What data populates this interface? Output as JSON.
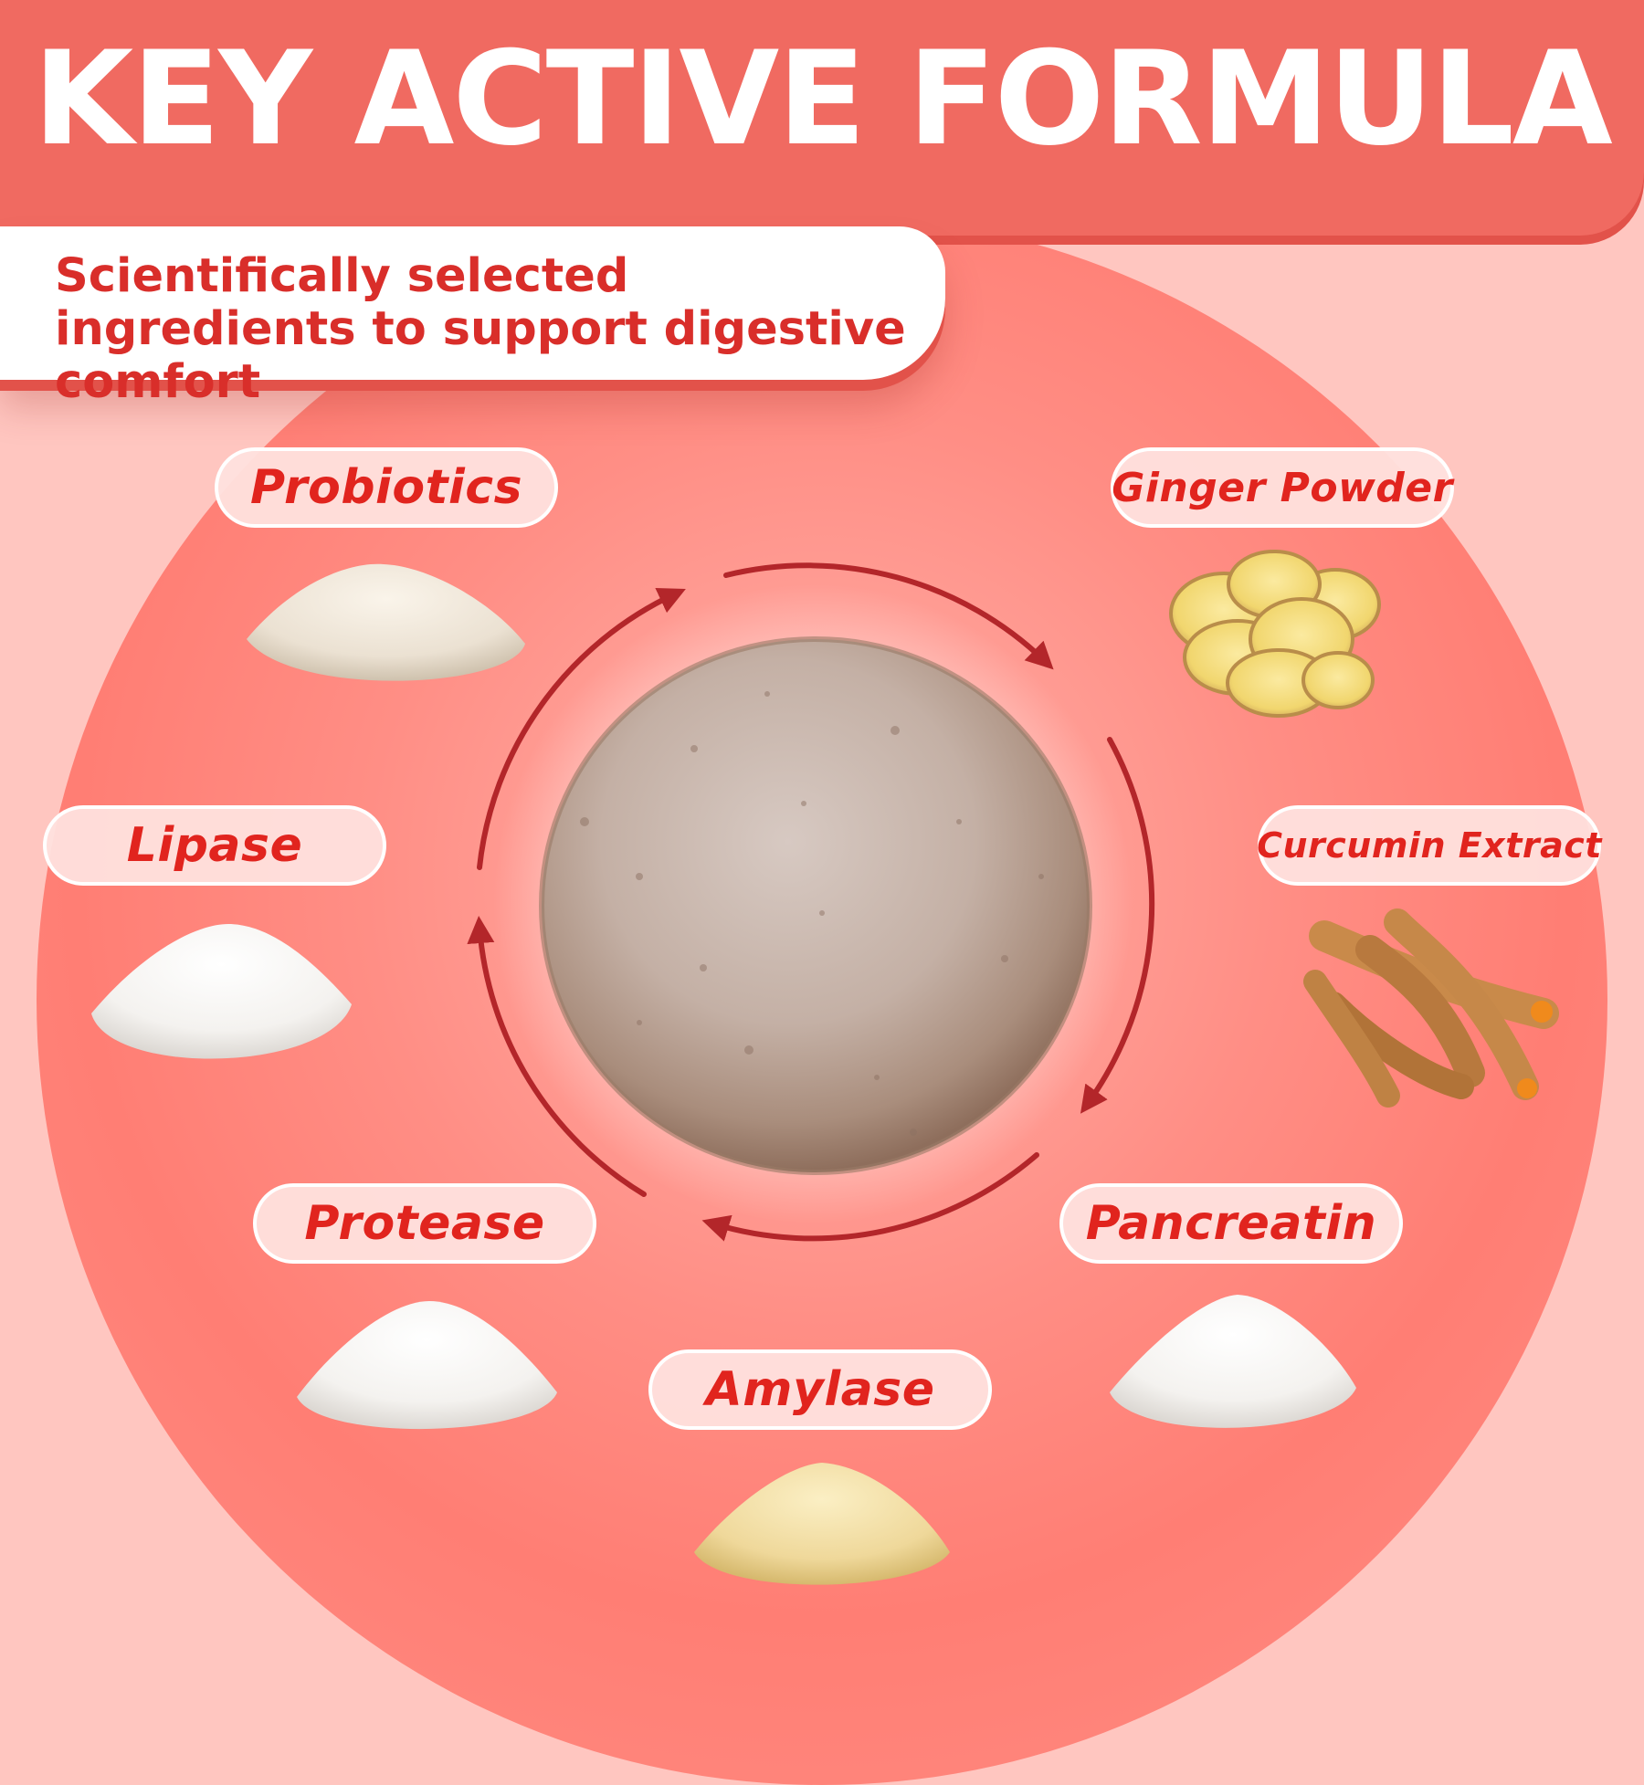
{
  "header": {
    "title": "KEY ACTIVE FORMULA",
    "subtitle": "Scientifically selected ingredients to support digestive comfort"
  },
  "ingredients": [
    {
      "label": "Probiotics"
    },
    {
      "label": "Ginger Powder"
    },
    {
      "label": "Lipase"
    },
    {
      "label": "Curcumin Extract"
    },
    {
      "label": "Protease"
    },
    {
      "label": "Pancreatin"
    },
    {
      "label": "Amylase"
    }
  ],
  "colors": {
    "brand_red": "#f06a61",
    "label_red": "#e1241e",
    "arrow_red": "#b3262a",
    "background_pink": "#ffc6c0"
  }
}
